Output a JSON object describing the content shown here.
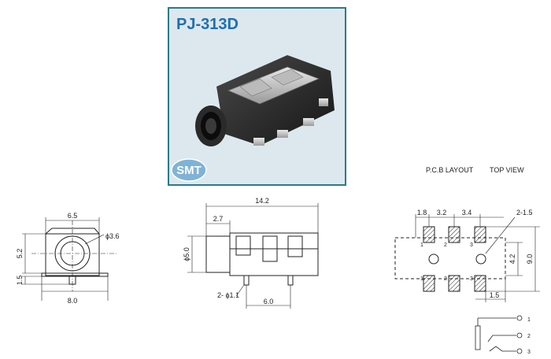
{
  "title": "PJ-313D",
  "badge": "SMT",
  "pcb": {
    "layout_label": "P.C.B LAYOUT",
    "view_label": "TOP VIEW"
  },
  "front_view": {
    "width_top": "6.5",
    "diameter": "ϕ3.6",
    "height": "5.2",
    "base": "1.5",
    "width_bottom": "8.0"
  },
  "side_view": {
    "length": "14.2",
    "front": "2.7",
    "diameter": "ϕ5.0",
    "pins": "2- ϕ1.1",
    "pitch": "6.0"
  },
  "pcb_dims": {
    "d1": "1.8",
    "d2": "3.2",
    "d3": "3.4",
    "holes": "2-1.5",
    "h1": "4.2",
    "h2": "9.0",
    "bottom": "1.5"
  },
  "pad_numbers": {
    "top": [
      "1",
      "2",
      "3"
    ],
    "bottom": [
      "1",
      "2",
      "3"
    ]
  },
  "schematic": {
    "pins": [
      "1",
      "2",
      "3"
    ]
  },
  "colors": {
    "frame": "#2b7a8c",
    "title": "#1f6fb0",
    "photo_bg": "#dde8ee",
    "badge": "#7fb3d6"
  }
}
